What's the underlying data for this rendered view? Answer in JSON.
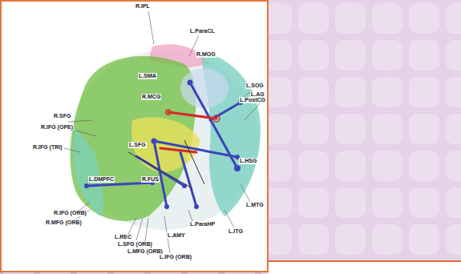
{
  "diagram": {
    "labels": [
      "R.IPL",
      "L.ParaCL",
      "R.MOG",
      "L.SMA",
      "L.SOG",
      "L.PostCG",
      "L.AG",
      "R.MCG",
      "R.SFG",
      "R.IFG (OPE)",
      "R.IFG (TRI)",
      "L.SFG",
      "L.DMPFC",
      "R.FUS",
      "L.HSG",
      "L.MTG",
      "L.ITG",
      "L.ParaHP",
      "L.AMY",
      "R.IFG (ORB)",
      "R.MFG (ORB)",
      "L.REC",
      "L.SFG (ORB)",
      "L.MFG (ORB)",
      "L.IFG (ORB)"
    ]
  }
}
